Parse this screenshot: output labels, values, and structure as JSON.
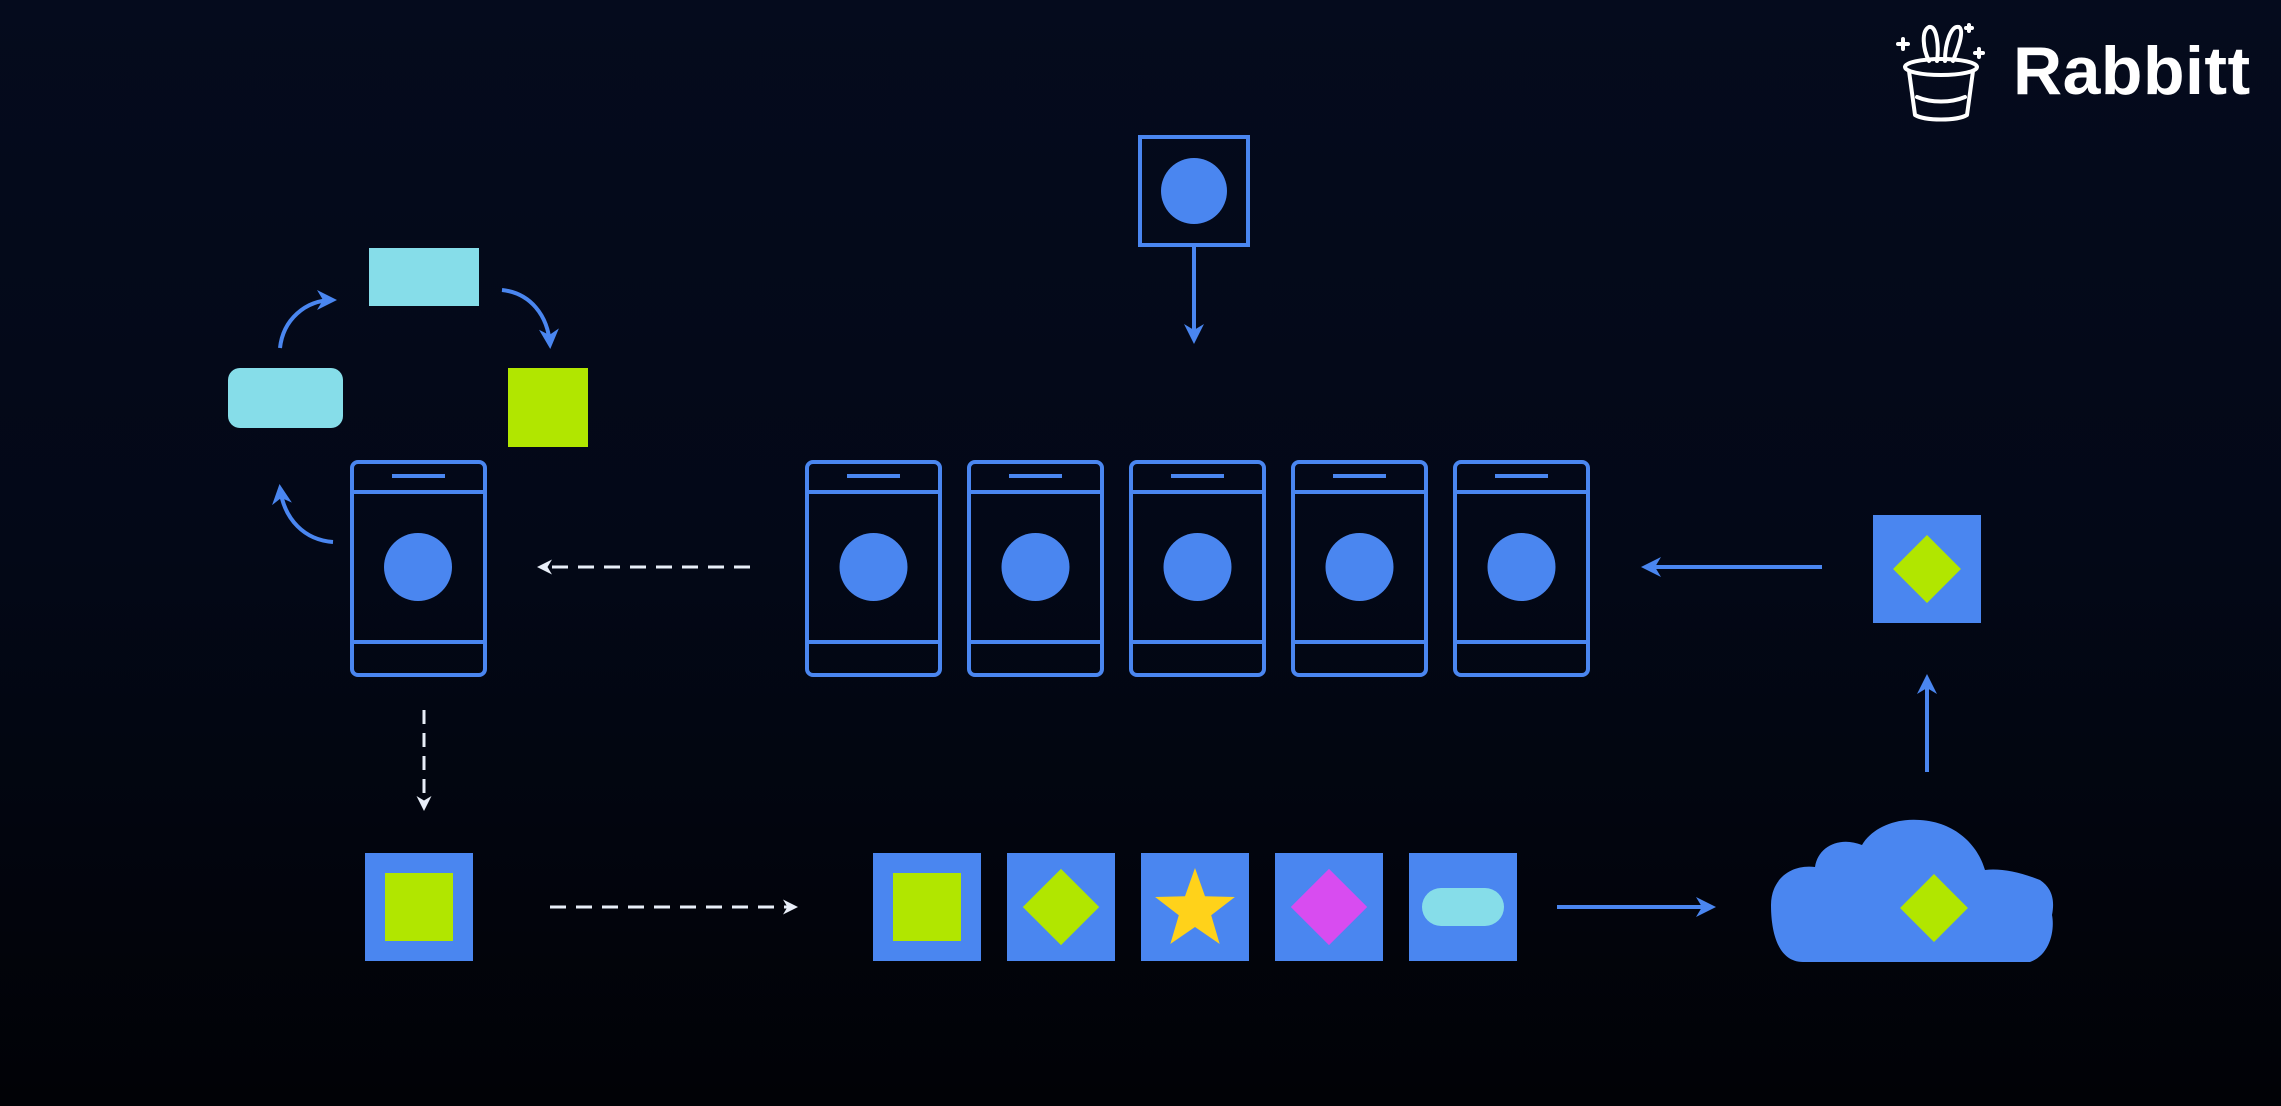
{
  "brand": {
    "name": "Rabbitt",
    "icon": "magic-hat-rabbit-icon"
  },
  "colors": {
    "accent_blue": "#4a86f0",
    "light_cyan": "#86dde9",
    "lime": "#b1e600",
    "yellow": "#ffd21a",
    "magenta": "#d84cf0",
    "white_dashed": "#e8eef8"
  },
  "nodes": {
    "source": "circle",
    "phone_row": [
      "circle",
      "circle",
      "circle",
      "circle",
      "circle"
    ],
    "phone_single": "circle",
    "cycle": [
      "cyan-rectangle",
      "lime-square",
      "cyan-rounded-rectangle"
    ],
    "bottom_row": [
      "lime-square",
      "lime-diamond",
      "yellow-star",
      "magenta-diamond",
      "cyan-pill"
    ],
    "cloud": "lime-diamond",
    "diamond_tile": "lime-diamond",
    "single_tile": "lime-square"
  }
}
